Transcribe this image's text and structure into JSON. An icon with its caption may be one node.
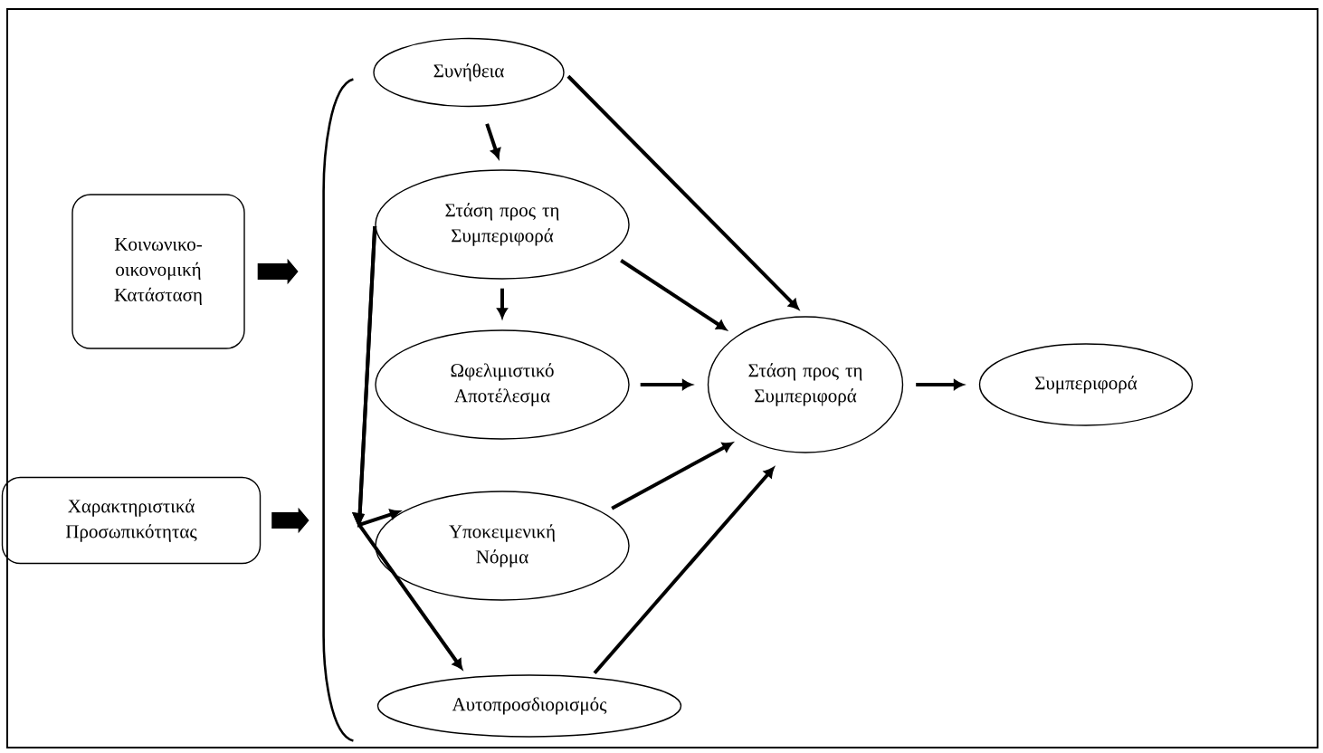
{
  "diagram": {
    "nodes": [
      {
        "text": [
          "Κοινωνικο-οικονομική Κατάσταση"
        ]
      },
      {
        "text": [
          "Χαρακτηριστικά Προσωπικότητας"
        ]
      },
      {
        "text": [
          "Συνήθεια"
        ]
      },
      {
        "text": [
          "Στάση προς τη Συμπεριφορά"
        ]
      },
      {
        "text": [
          "Ωφελιμιστικό Αποτέλεσμα"
        ]
      },
      {
        "text": [
          "Υποκειμενική Νόρμα"
        ]
      },
      {
        "text": [
          "Αυτοπροσδιορισμός"
        ]
      },
      {
        "text": [
          "Στάση προς τη Συμπεριφορά"
        ]
      },
      {
        "text": [
          "Συμπεριφορά"
        ]
      },
      {
        "text": [],
        "shape": "bracket"
      }
    ],
    "edges": [
      {
        "from": 0,
        "to": 9,
        "arrow": "to",
        "style": "thick"
      },
      {
        "from": 1,
        "to": 9,
        "arrow": "to",
        "style": "thick"
      },
      {
        "from": 2,
        "to": 3,
        "arrow": "to"
      },
      {
        "from": 3,
        "to": 4,
        "arrow": "to"
      },
      {
        "from": 2,
        "to": 7,
        "arrow": "to"
      },
      {
        "from": 3,
        "to": 7,
        "arrow": "to"
      },
      {
        "from": 4,
        "to": 7,
        "arrow": "to"
      },
      {
        "from": 5,
        "to": 7,
        "arrow": "to"
      },
      {
        "from": 6,
        "to": 7,
        "arrow": "to"
      },
      {
        "from": 7,
        "to": 8,
        "arrow": "to"
      },
      {
        "from": 3,
        "to": 5,
        "arrow": "to"
      },
      {
        "from": 3,
        "to": 6,
        "arrow": "to"
      }
    ]
  }
}
